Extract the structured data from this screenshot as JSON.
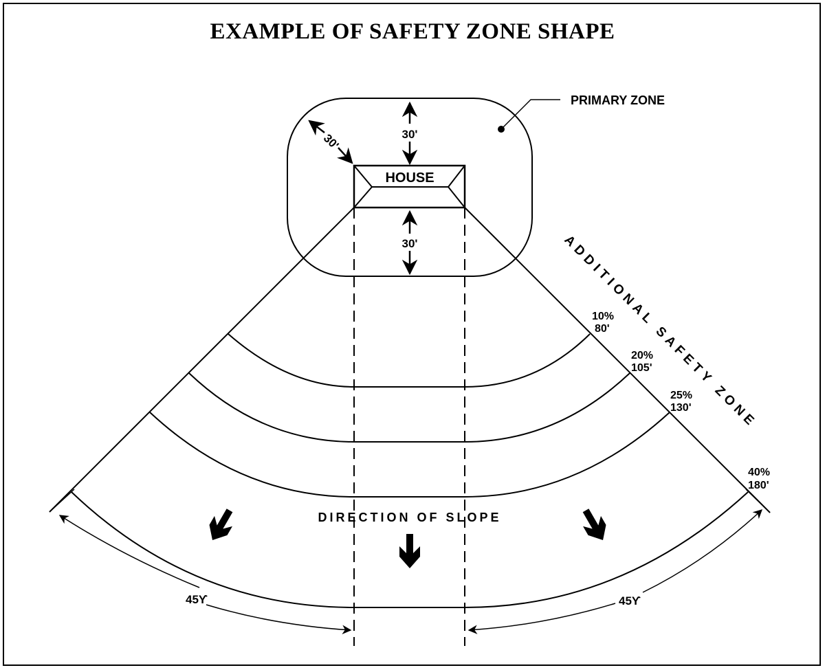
{
  "title": "EXAMPLE OF SAFETY ZONE SHAPE",
  "labels": {
    "primary_zone": "PRIMARY ZONE",
    "house": "HOUSE",
    "additional_safety_zone": "ADDITIONAL SAFETY ZONE",
    "direction_of_slope": "DIRECTION OF SLOPE",
    "dim_top": "30'",
    "dim_bottom": "30'",
    "dim_diagonal": "30'",
    "angle_left": "45ϒ",
    "angle_right": "45ϒ"
  },
  "slope_zones": [
    {
      "slope": "10%",
      "distance": "80'"
    },
    {
      "slope": "20%",
      "distance": "105'"
    },
    {
      "slope": "25%",
      "distance": "130'"
    },
    {
      "slope": "40%",
      "distance": "180'"
    }
  ],
  "colors": {
    "stroke": "#000000",
    "background": "#ffffff"
  }
}
